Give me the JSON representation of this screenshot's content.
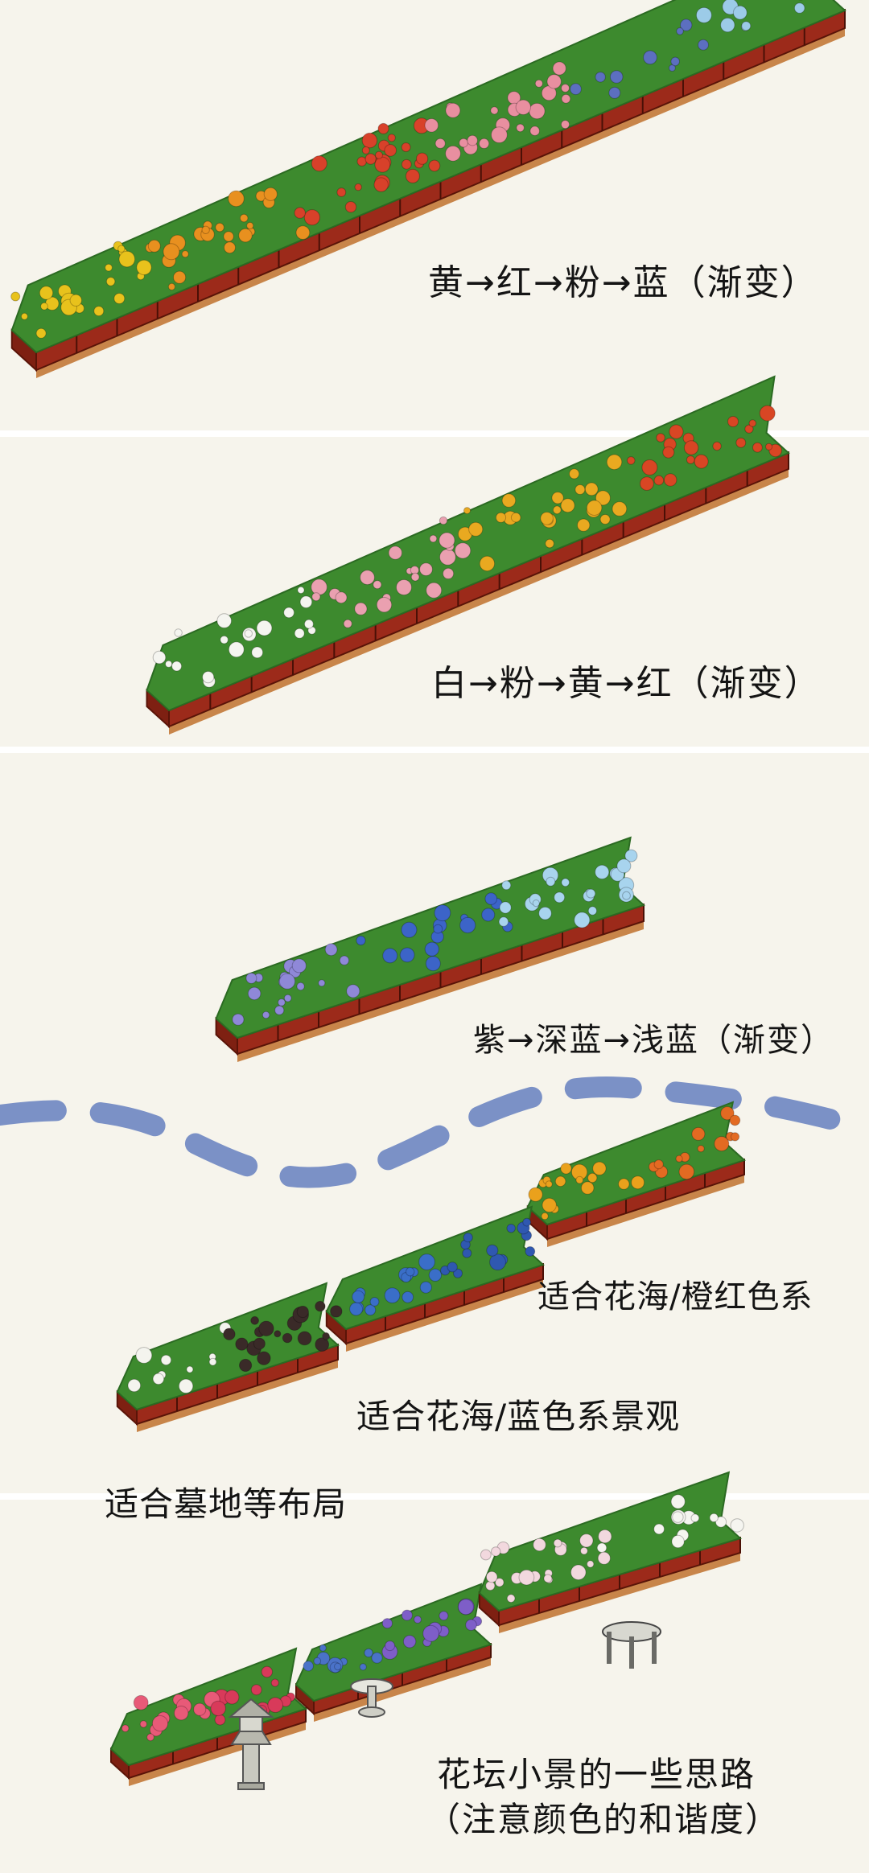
{
  "captions": {
    "gradient_1": "黄→红→粉→蓝（渐变）",
    "gradient_2": "白→粉→黄→红（渐变）",
    "gradient_3": "紫→深蓝→浅蓝（渐变）",
    "flower_sea_orange": "适合花海/橙红色系",
    "flower_sea_blue": "适合花海/蓝色系景观",
    "graveyard": "适合墓地等布局",
    "vignette_line1": "花坛小景的一些思路",
    "vignette_line2": "（注意颜色的和谐度）"
  },
  "beds": [
    {
      "id": "bed-yellow-red-pink-blue",
      "colors": [
        "#e8c21c",
        "#e8901f",
        "#d8412a",
        "#e88fa0",
        "#5c6fc0",
        "#9ccbe8"
      ]
    },
    {
      "id": "bed-white-pink-yellow-red",
      "colors": [
        "#f5f5f0",
        "#eaa0b0",
        "#e9a920",
        "#d84624"
      ]
    },
    {
      "id": "bed-purple-darkblue-lightblue",
      "colors": [
        "#8f88d8",
        "#3c64c8",
        "#a8d4ee"
      ]
    },
    {
      "id": "bed-orange-small",
      "colors": [
        "#eaa11c",
        "#e36a22"
      ]
    },
    {
      "id": "bed-blue-small",
      "colors": [
        "#3a6ec8",
        "#2f58b0"
      ]
    },
    {
      "id": "bed-graveyard-small",
      "colors": [
        "#f4f4ee",
        "#3a2a28"
      ]
    },
    {
      "id": "bed-vignette-pink",
      "colors": [
        "#e85a78",
        "#d83a5a"
      ]
    },
    {
      "id": "bed-vignette-morningglory",
      "colors": [
        "#4a72c8",
        "#7e5ec8"
      ]
    },
    {
      "id": "bed-vignette-lily",
      "colors": [
        "#f2d8de",
        "#f5f5f0"
      ]
    }
  ],
  "palette": {
    "foliage": "#3d8a2e",
    "foliage_dark": "#2b6a22",
    "fence": "#9c2a1a",
    "soil": "#c8854a",
    "river": "#6e86c2"
  }
}
